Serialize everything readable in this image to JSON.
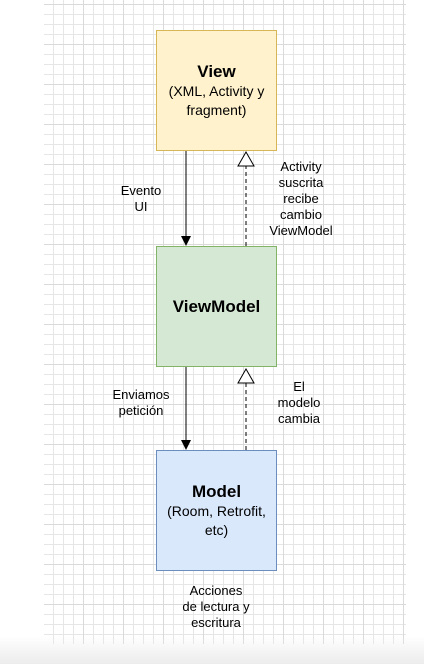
{
  "nodes": {
    "view": {
      "title": "View",
      "subtitle": "(XML, Activity y\nfragment)"
    },
    "viewmodel": {
      "title": "ViewModel"
    },
    "model": {
      "title": "Model",
      "subtitle": "(Room, Retrofit,\netc)"
    }
  },
  "edge_labels": {
    "evento_ui": "Evento\nUI",
    "activity_suscrita": "Activity\nsuscrita\nrecibe\ncambio\nViewModel",
    "enviamos_peticion": "Enviamos\npetición",
    "modelo_cambia": "El\nmodelo\ncambia",
    "acciones": "Acciones\nde lectura y\nescritura"
  },
  "colors": {
    "view_fill": "#fff2cc",
    "view_stroke": "#d6b656",
    "viewmodel_fill": "#d5e8d4",
    "viewmodel_stroke": "#82b366",
    "model_fill": "#dae8fc",
    "model_stroke": "#6c8ebf"
  }
}
